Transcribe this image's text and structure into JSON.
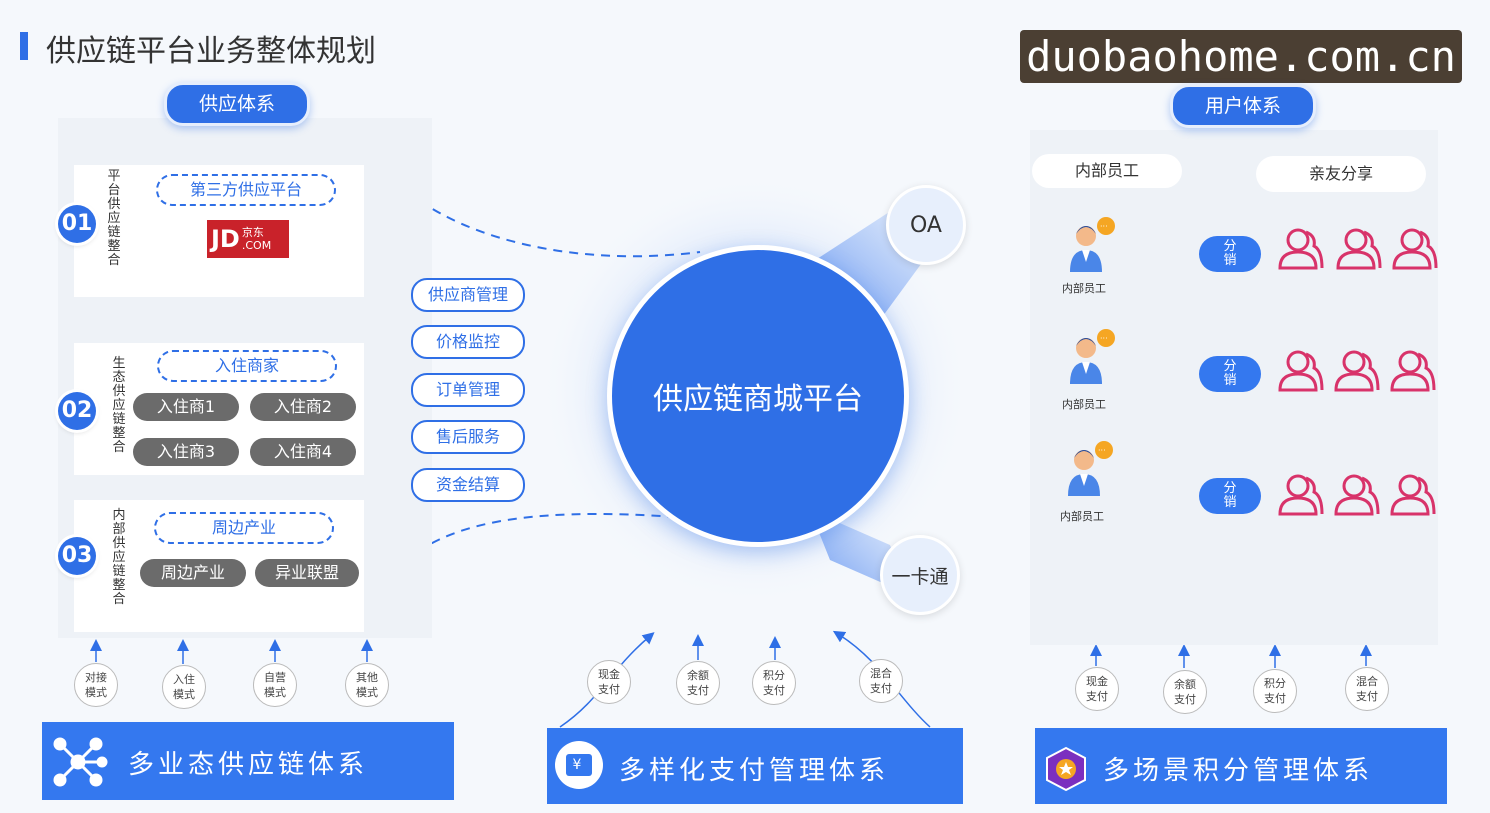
{
  "page": {
    "title": "供应链平台业务整体规划",
    "watermark": "duobaohome.com.cn"
  },
  "supply": {
    "header": "供应体系",
    "sections": [
      {
        "num": "01",
        "vertical": "平台供应链整合",
        "dashed": "第三方供应平台",
        "logo_jd": "JD",
        "logo_cn": "京东",
        "logo_com": ".COM"
      },
      {
        "num": "02",
        "vertical": "生态供应链整合",
        "dashed": "入住商家",
        "items": [
          "入住商1",
          "入住商2",
          "入住商3",
          "入住商4"
        ]
      },
      {
        "num": "03",
        "vertical": "内部供应链整合",
        "dashed": "周边产业",
        "items": [
          "周边产业",
          "异业联盟"
        ]
      }
    ],
    "modes": [
      "对接模式",
      "入住模式",
      "自营模式",
      "其他模式"
    ],
    "bottom": "多业态供应链体系"
  },
  "functions": [
    "供应商管理",
    "价格监控",
    "订单管理",
    "售后服务",
    "资金结算"
  ],
  "center": {
    "label": "供应链商城平台",
    "oa": "OA",
    "card": "一卡通"
  },
  "payments": {
    "center": [
      "现金支付",
      "余额支付",
      "积分支付",
      "混合支付"
    ],
    "bottom": "多样化支付管理体系"
  },
  "user": {
    "header": "用户体系",
    "col_left": "内部员工",
    "col_right": "亲友分享",
    "staff_label": "内部员工",
    "dist_label": "分销",
    "payments": [
      "现金支付",
      "余额支付",
      "积分支付",
      "混合支付"
    ],
    "bottom": "多场景积分管理体系"
  },
  "colors": {
    "accent": "#2f6fe6",
    "bar": "#3478ef",
    "person": "#d8336a",
    "gray": "#6b6b6b"
  }
}
